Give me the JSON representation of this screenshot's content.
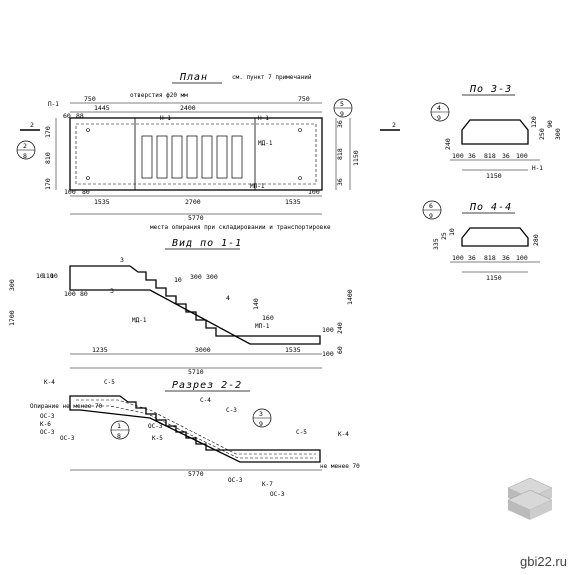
{
  "plan": {
    "title": "План",
    "note": "см. пункт 7 примечаний",
    "holes": "отверстия ϕ20 мм",
    "support_note": "места опирания при складировании и транспортировке",
    "dims_top": [
      "750",
      "1445",
      "2400",
      "750"
    ],
    "dim_60": "60",
    "dim_88": "88",
    "dims_bottom": [
      "100",
      "80",
      "1535",
      "2700",
      "1535",
      "100"
    ],
    "total": "5770",
    "side_dims": [
      "170",
      "810",
      "170"
    ],
    "right_dims": [
      "36",
      "818",
      "36",
      "1150"
    ],
    "labels": {
      "p1": "П-1",
      "md1": "МД-1",
      "n1": "Н-1",
      "n1b": "Н-1",
      "mp1": "МП-1"
    },
    "sec_marks": [
      "2",
      "2"
    ],
    "callout": {
      "top": "5",
      "bottom": "9"
    },
    "callout_left": {
      "top": "2",
      "bottom": "8"
    }
  },
  "view11": {
    "title": "Вид по 1-1",
    "marks": [
      "3",
      "3",
      "4"
    ],
    "left_dims": [
      "300",
      "10",
      "110",
      "10",
      "1700"
    ],
    "inner_dims": [
      "100",
      "80",
      "10",
      "300",
      "300",
      "140",
      "160"
    ],
    "right_dims": [
      "1400",
      "100",
      "60",
      "240",
      "100"
    ],
    "bottom_dims": [
      "1235",
      "3000",
      "1535"
    ],
    "total": "5710",
    "labels": {
      "md1": "МД-1",
      "mp1": "МП-1"
    }
  },
  "sec33": {
    "title": "По 3-3",
    "callout": {
      "top": "4",
      "bottom": "9"
    },
    "left": "240",
    "right": [
      "120",
      "250",
      "90",
      "300"
    ],
    "bottom": [
      "100",
      "36",
      "818",
      "36",
      "100"
    ],
    "total": "1150",
    "label": "Н-1"
  },
  "sec44": {
    "title": "По 4-4",
    "callout": {
      "top": "6",
      "bottom": "9"
    },
    "left": [
      "335",
      "25",
      "10"
    ],
    "right": "280",
    "bottom": [
      "100",
      "36",
      "818",
      "36",
      "100"
    ],
    "total": "1150"
  },
  "sec22": {
    "title": "Разрез 2-2",
    "labels": [
      "К-4",
      "С-5",
      "Опирание не менее 70",
      "ОС-3",
      "К-6",
      "ОС-3",
      "С-4",
      "С-3",
      "ОС-3",
      "К-5",
      "ОС-3",
      "С-5",
      "К-4",
      "не менее 70",
      "К-7",
      "ОС-3",
      "ОС-3"
    ],
    "callout_a": {
      "top": "3",
      "bottom": "9"
    },
    "callout_b": {
      "top": "1",
      "bottom": "8"
    },
    "total": "5770"
  },
  "watermark": "gbi22.ru"
}
